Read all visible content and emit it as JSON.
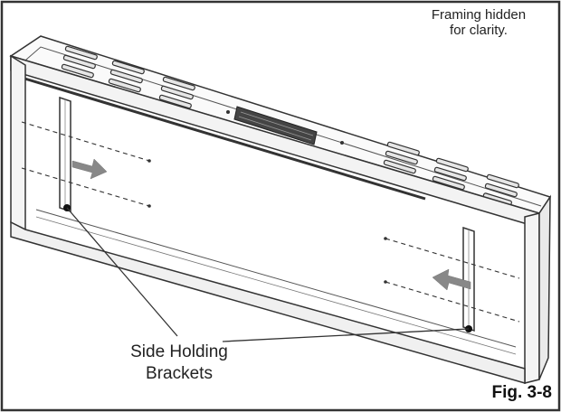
{
  "note": {
    "line1": "Framing hidden",
    "line2": "for clarity."
  },
  "callout": {
    "line1": "Side Holding",
    "line2": "Brackets"
  },
  "figure_label": "Fig. 3-8",
  "colors": {
    "line": "#333333",
    "arrow": "#888888",
    "background": "#ffffff"
  }
}
